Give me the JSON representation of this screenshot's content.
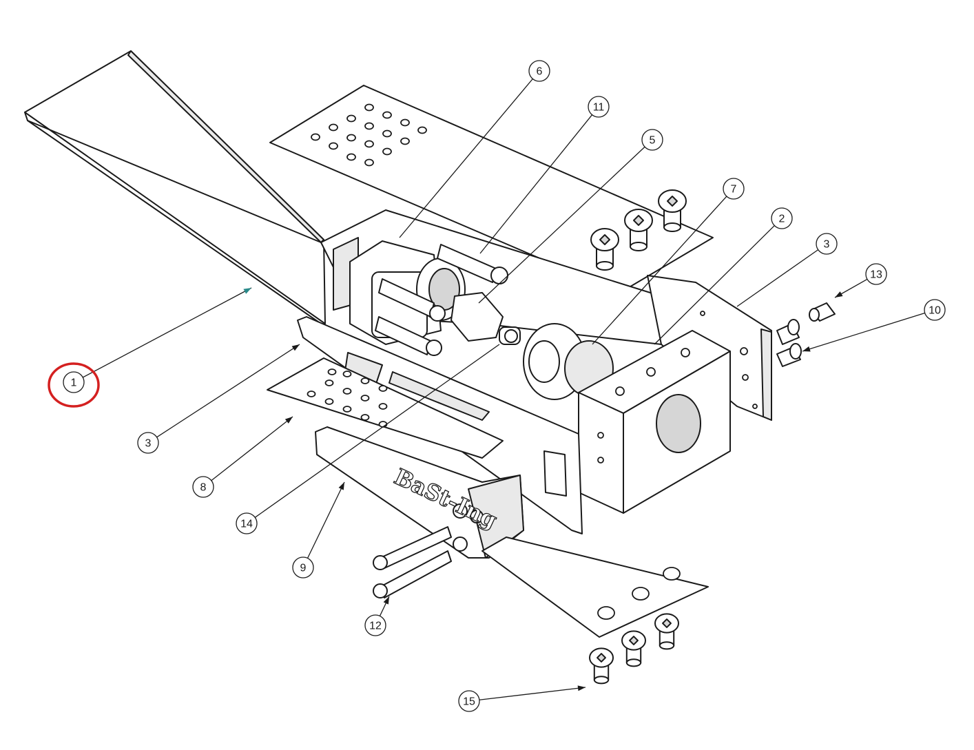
{
  "drawing": {
    "logo_text": "BaSt-Ing",
    "balloons": [
      {
        "label": "1",
        "part": "part-1",
        "highlighted": true
      },
      {
        "label": "6",
        "part": "part-6"
      },
      {
        "label": "11",
        "part": "part-11"
      },
      {
        "label": "5",
        "part": "part-5"
      },
      {
        "label": "7",
        "part": "part-7"
      },
      {
        "label": "2",
        "part": "part-2"
      },
      {
        "label": "3",
        "part": "part-3-right"
      },
      {
        "label": "13",
        "part": "part-13"
      },
      {
        "label": "10",
        "part": "part-10"
      },
      {
        "label": "3",
        "part": "part-3-left"
      },
      {
        "label": "8",
        "part": "part-8"
      },
      {
        "label": "14",
        "part": "part-14"
      },
      {
        "label": "9",
        "part": "part-9"
      },
      {
        "label": "12",
        "part": "part-12"
      },
      {
        "label": "15",
        "part": "part-15"
      }
    ],
    "colors": {
      "line": "#1a1a1a",
      "highlight_balloon": "#2a8a8a",
      "highlight_ring": "#d42020"
    }
  }
}
